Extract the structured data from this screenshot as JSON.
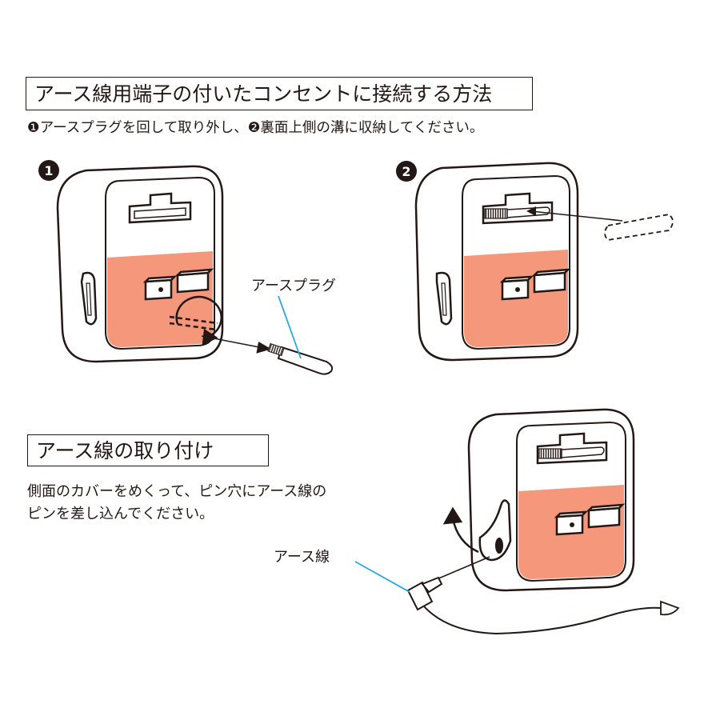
{
  "section_earth_terminal": {
    "title": "アース線用端子の付いたコンセントに接続する方法",
    "instruction": "❶アースプラグを回して取り外し、❷裏面上側の溝に収納してください。",
    "step1_number": "1",
    "step2_number": "2",
    "plug_label": "アースプラグ"
  },
  "section_earth_wire": {
    "title": "アース線の取り付け",
    "desc_line1": "側面のカバーをめくって、ピン穴にアース線の",
    "desc_line2": "ピンを差し込んでください。",
    "wire_label": "アース線"
  },
  "colors": {
    "salmon": "#F4977A",
    "leader": "#29A9E0",
    "line": "#231815"
  }
}
